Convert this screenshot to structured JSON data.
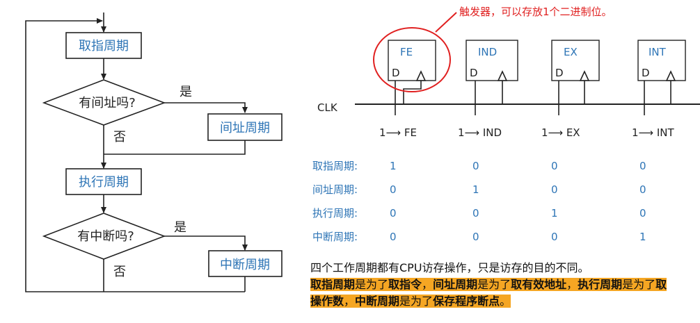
{
  "flowchart": {
    "fetch": "取指周期",
    "indirect_q": "有间址吗?",
    "indirect": "间址周期",
    "execute": "执行周期",
    "interrupt_q": "有中断吗?",
    "interrupt": "中断周期",
    "yes": "是",
    "no": "否"
  },
  "flipflops": {
    "callout": "触发器，可以存放1个二进制位。",
    "clk": "CLK",
    "d": "D",
    "items": [
      {
        "name": "FE",
        "set": "1⟶ FE"
      },
      {
        "name": "IND",
        "set": "1⟶ IND"
      },
      {
        "name": "EX",
        "set": "1⟶ EX"
      },
      {
        "name": "INT",
        "set": "1⟶ INT"
      }
    ]
  },
  "table": {
    "rows": [
      {
        "label": "取指周期:",
        "values": [
          "1",
          "0",
          "0",
          "0"
        ]
      },
      {
        "label": "间址周期:",
        "values": [
          "0",
          "1",
          "0",
          "0"
        ]
      },
      {
        "label": "执行周期:",
        "values": [
          "0",
          "0",
          "1",
          "0"
        ]
      },
      {
        "label": "中断周期:",
        "values": [
          "0",
          "0",
          "0",
          "1"
        ]
      }
    ]
  },
  "notes": {
    "line1": "四个工作周期都有CPU访存操作，只是访存的目的不同。",
    "p1": "取指周期",
    "t1": "是为了",
    "p2": "取指令",
    "t2": "，",
    "p3": "间址周期",
    "t3": "是为了",
    "p4": "取有效地址",
    "t4": "，",
    "p5": "执行周期",
    "t5": "是为了",
    "p6": "取操作数",
    "t6": "，",
    "p7": "中断周期",
    "t7": "是为了",
    "p8": "保存程序断点",
    "t8": "。"
  },
  "colors": {
    "accent": "#2e75b6",
    "highlight": "#f5a623",
    "callout": "#e02020"
  }
}
